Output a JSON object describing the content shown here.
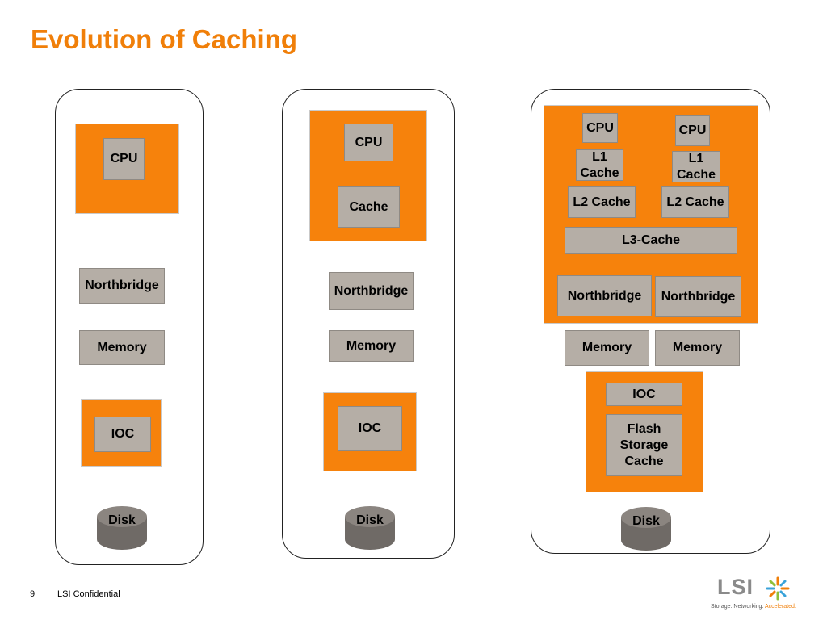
{
  "title": "Evolution of Caching",
  "panel1": {
    "cpu": "CPU",
    "northbridge": "Northbridge",
    "memory": "Memory",
    "ioc": "IOC",
    "disk": "Disk"
  },
  "panel2": {
    "cpu": "CPU",
    "cache": "Cache",
    "northbridge": "Northbridge",
    "memory": "Memory",
    "ioc": "IOC",
    "disk": "Disk"
  },
  "panel3": {
    "cpu_left": "CPU",
    "cpu_right": "CPU",
    "l1_left": "L1 Cache",
    "l1_right": "L1 Cache",
    "l2_left": "L2 Cache",
    "l2_right": "L2 Cache",
    "l3": "L3-Cache",
    "northbridge_left": "Northbridge",
    "northbridge_right": "Northbridge",
    "memory_left": "Memory",
    "memory_right": "Memory",
    "ioc": "IOC",
    "flash": "Flash Storage Cache",
    "disk": "Disk"
  },
  "footer": {
    "page_number": "9",
    "confidential": "LSI Confidential"
  },
  "logo": {
    "name": "LSI",
    "tagline": "Storage. Networking.",
    "tagline_accent": "Accelerated."
  },
  "colors": {
    "accent": "#f07f09",
    "block_orange": "#f6820c",
    "component_gray": "#b5aea6"
  }
}
